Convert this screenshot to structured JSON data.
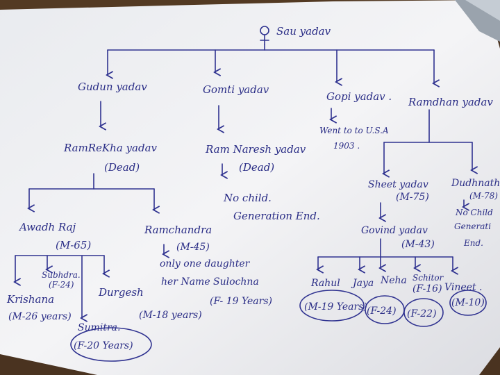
{
  "root": {
    "name": "Sau yadav"
  },
  "gen1": {
    "gudun": "Gudun yadav",
    "gomti": "Gomti yadav",
    "gopi": "Gopi yadav .",
    "ramdhan": "Ramdhan yadav"
  },
  "gen2": {
    "ramrekha": "RamReKha yadav",
    "ramrekha_note": "(Dead)",
    "ramnaresh": "Ram Naresh yadav",
    "ramnaresh_note": "(Dead)",
    "nochild_line1": "No child.",
    "nochild_line2": "Generation End.",
    "gopi_note_line1": "Went to to U.S.A",
    "gopi_note_line2": "1903 .",
    "sheet": "Sheet yadav",
    "sheet_age": "(M-75)",
    "dudhnath": "Dudhnath",
    "dudhnath_age": "(M-78)",
    "dudh_nochild_line1": "No Child",
    "dudh_nochild_line2": "Generati",
    "dudh_nochild_line3": "End."
  },
  "gen3": {
    "awadhraj": "Awadh Raj",
    "awadhraj_age": "(M-65)",
    "ramchandra": "Ramchandra",
    "ramchandra_age": "(M-45)",
    "ramchandra_note_line1": "only one daughter",
    "ramchandra_note_line2": "her Name Sulochna",
    "sulochna_age": "(F- 19 Years)",
    "govind": "Govind yadav",
    "govind_age": "(M-43)"
  },
  "gen4": {
    "subhdra": "Subhdra.",
    "subhdra_age": "(F-24)",
    "krishana": "Krishana",
    "krishana_age": "(M-26 years)",
    "durgesh": "Durgesh",
    "durgesh_age": "(M-18 years)",
    "sumitra": "Sumitra.",
    "sumitra_age": "(F-20 Years)",
    "rahul": "Rahul",
    "rahul_age": "(M-19 Years)",
    "jaya": "Jaya",
    "jaya_age": "(F-24)",
    "neha": "Neha",
    "neha_age": "(F-22)",
    "schitor": "Schitor",
    "schitor_age": "(F-16)",
    "vineet": "Vineet .",
    "vineet_age": "(M-10)"
  },
  "colors": {
    "ink": "#2f3290",
    "paper": "#f2f2f4",
    "table": "#4a3320"
  }
}
